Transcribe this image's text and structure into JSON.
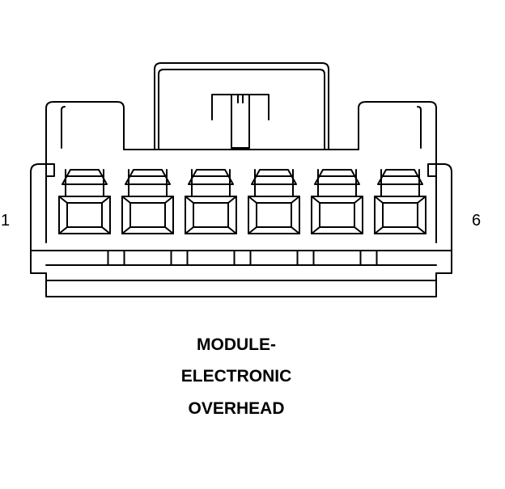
{
  "connector": {
    "pin_count": 6,
    "pin_first_label": "1",
    "pin_last_label": "6"
  },
  "caption": {
    "line1": "MODULE-",
    "line2": "ELECTRONIC",
    "line3": "OVERHEAD"
  },
  "colors": {
    "stroke": "#000000",
    "background": "#ffffff"
  }
}
